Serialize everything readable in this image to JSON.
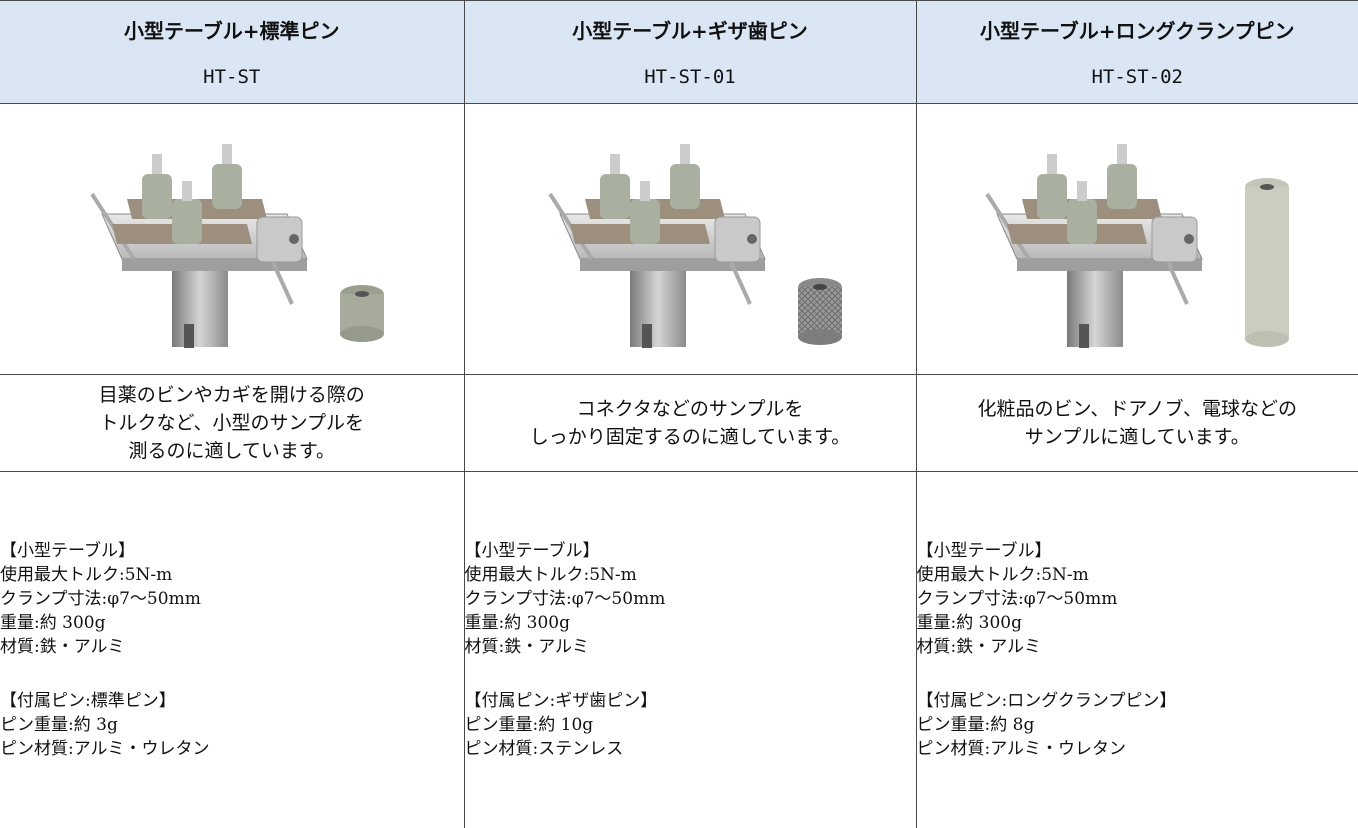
{
  "columns": [
    {
      "name": "小型テーブル+標準ピン",
      "code": "HT-ST",
      "image_icon": "small-table-with-standard-pin",
      "description": [
        "目薬のビンやカギを開ける際の",
        "トルクなど、小型のサンプルを",
        "測るのに適しています。"
      ],
      "table_spec": [
        "【小型テーブル】",
        "使用最大トルク:5N-m",
        "クランプ寸法:φ7～50mm",
        "重量:約 300g",
        "材質:鉄・アルミ"
      ],
      "pin_spec": [
        "【付属ピン:標準ピン】",
        "ピン重量:約 3g",
        "ピン材質:アルミ・ウレタン"
      ]
    },
    {
      "name": "小型テーブル+ギザ歯ピン",
      "code": "HT-ST-01",
      "image_icon": "small-table-with-serrated-pin",
      "description": [
        "コネクタなどのサンプルを",
        "しっかり固定するのに適しています。"
      ],
      "table_spec": [
        "【小型テーブル】",
        "使用最大トルク:5N-m",
        "クランプ寸法:φ7～50mm",
        "重量:約 300g",
        "材質:鉄・アルミ"
      ],
      "pin_spec": [
        "【付属ピン:ギザ歯ピン】",
        "ピン重量:約 10g",
        "ピン材質:ステンレス"
      ]
    },
    {
      "name": "小型テーブル+ロングクランプピン",
      "code": "HT-ST-02",
      "image_icon": "small-table-with-long-clamp-pin",
      "description": [
        "化粧品のビン、ドアノブ、電球などの",
        "サンプルに適しています。"
      ],
      "table_spec": [
        "【小型テーブル】",
        "使用最大トルク:5N-m",
        "クランプ寸法:φ7～50mm",
        "重量:約 300g",
        "材質:鉄・アルミ"
      ],
      "pin_spec": [
        "【付属ピン:ロングクランプピン】",
        "ピン重量:約 8g",
        "ピン材質:アルミ・ウレタン"
      ]
    }
  ],
  "colors": {
    "header_bg": "#dbe6f5",
    "border": "#4a4a4a",
    "pin_standard": "#a7ab9b",
    "pin_serrated": "#9a9a9a"
  }
}
